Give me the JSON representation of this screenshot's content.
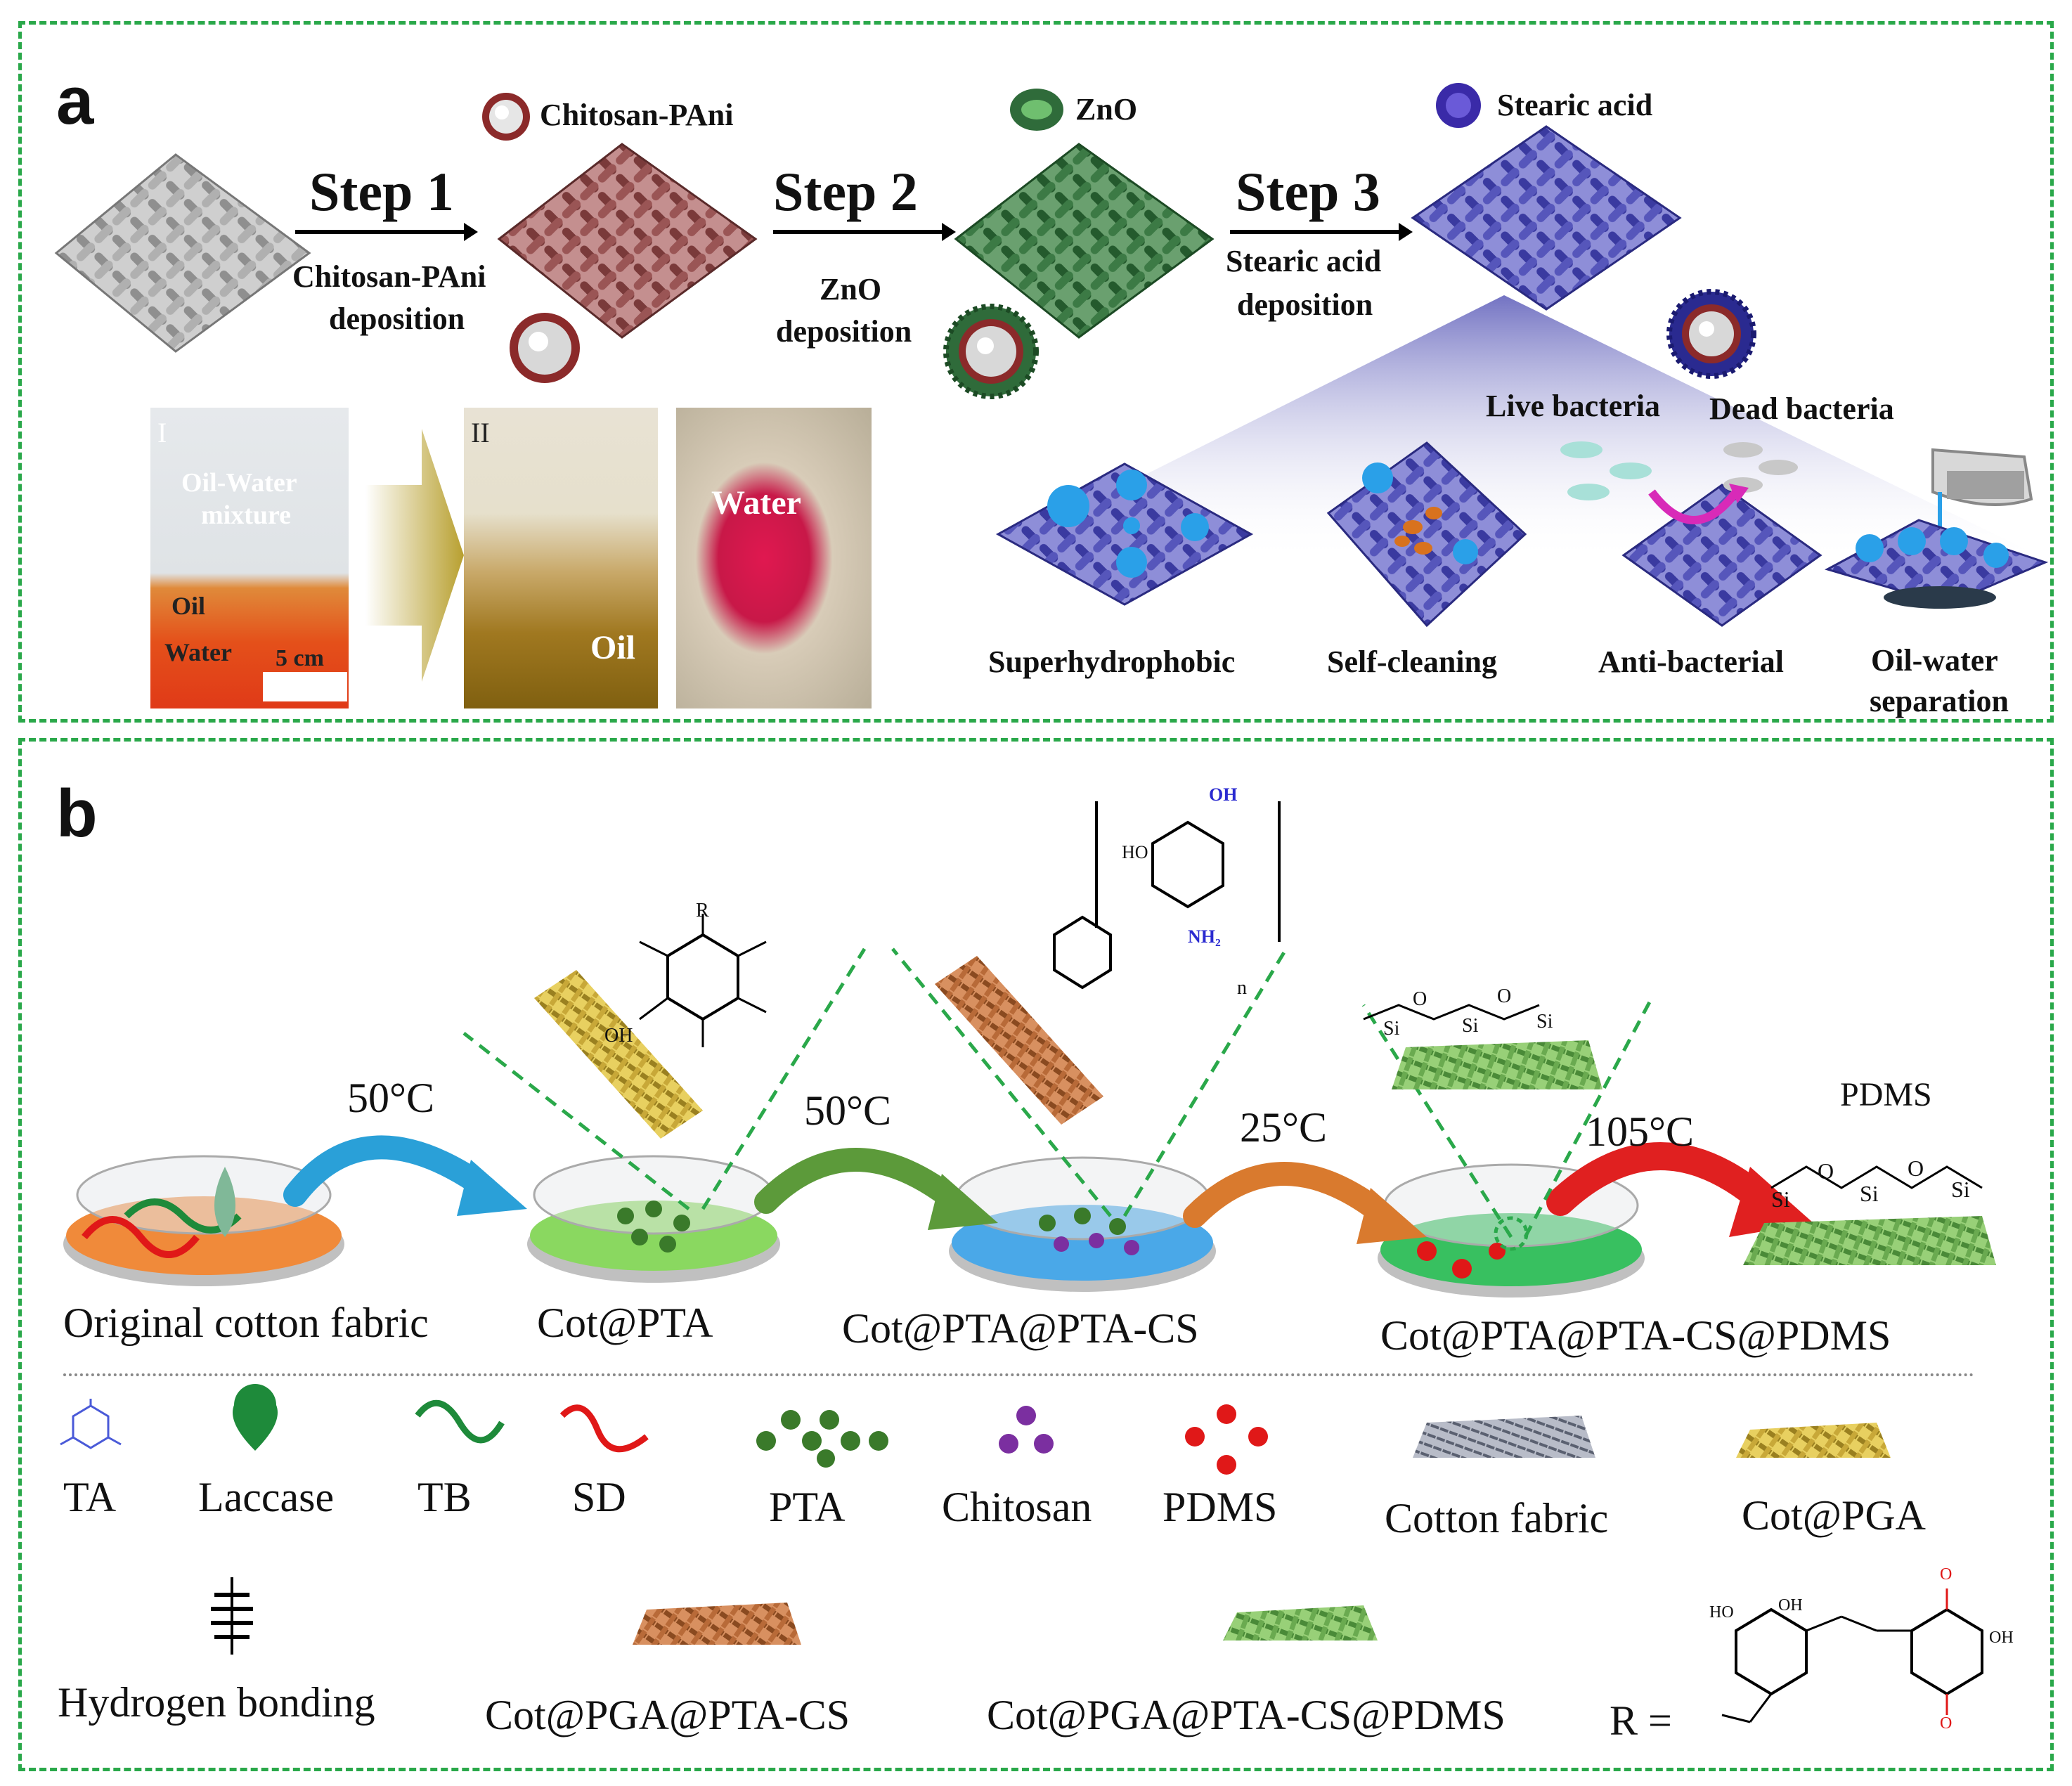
{
  "panel_a": {
    "letter": "a",
    "steps": [
      {
        "title": "Step 1",
        "desc_line1": "Chitosan-PAni",
        "desc_line2": "deposition"
      },
      {
        "title": "Step 2",
        "desc_line1": "ZnO",
        "desc_line2": "deposition"
      },
      {
        "title": "Step 3",
        "desc_line1": "Stearic acid",
        "desc_line2": "deposition"
      }
    ],
    "legend": {
      "chitosan": "Chitosan-PAni",
      "zno": "ZnO",
      "stearic": "Stearic acid"
    },
    "properties": [
      "Superhydrophobic",
      "Self-cleaning",
      "Anti-bacterial"
    ],
    "property_last_line1": "Oil-water",
    "property_last_line2": "separation",
    "bacteria_live": "Live bacteria",
    "bacteria_dead": "Dead bacteria",
    "photo1": {
      "roman": "I",
      "mixture_line1": "Oil-Water",
      "mixture_line2": "mixture",
      "oil": "Oil",
      "water": "Water",
      "scale": "5 cm"
    },
    "photo2": {
      "roman": "II",
      "oil": "Oil"
    },
    "photo3": {
      "water": "Water"
    },
    "colors": {
      "gray": "#9a9a9a",
      "brown": "#8b4a4a",
      "green": "#2f6b3a",
      "blue": "#4a4aa8",
      "accent_green": "#2aa84a"
    }
  },
  "panel_b": {
    "letter": "b",
    "temps": [
      "50°C",
      "50°C",
      "25°C",
      "105°C"
    ],
    "stages": [
      "Original cotton fabric",
      "Cot@PTA",
      "Cot@PTA@PTA-CS",
      "Cot@PTA@PTA-CS@PDMS"
    ],
    "pdms_label": "PDMS",
    "chem": {
      "oh": "OH",
      "ho": "HO",
      "nh2": "NH₂",
      "r": "R",
      "si": "Si",
      "o": "O",
      "n": "n"
    },
    "legend_row1": [
      "TA",
      "Laccase",
      "TB",
      "SD",
      "PTA",
      "Chitosan",
      "PDMS",
      "Cotton fabric",
      "Cot@PGA"
    ],
    "legend_row2": [
      "Hydrogen bonding",
      "Cot@PGA@PTA-CS",
      "Cot@PGA@PTA-CS@PDMS"
    ],
    "r_eq": "R =",
    "colors": {
      "orange_arrow": "#d97a2e",
      "green_arrow": "#5c9a3a",
      "red_arrow": "#e02020",
      "blue_arrow": "#2aa0d8",
      "laccase": "#1e8a3a",
      "chitosan": "#7b2fa0",
      "pdms": "#e01818"
    }
  }
}
